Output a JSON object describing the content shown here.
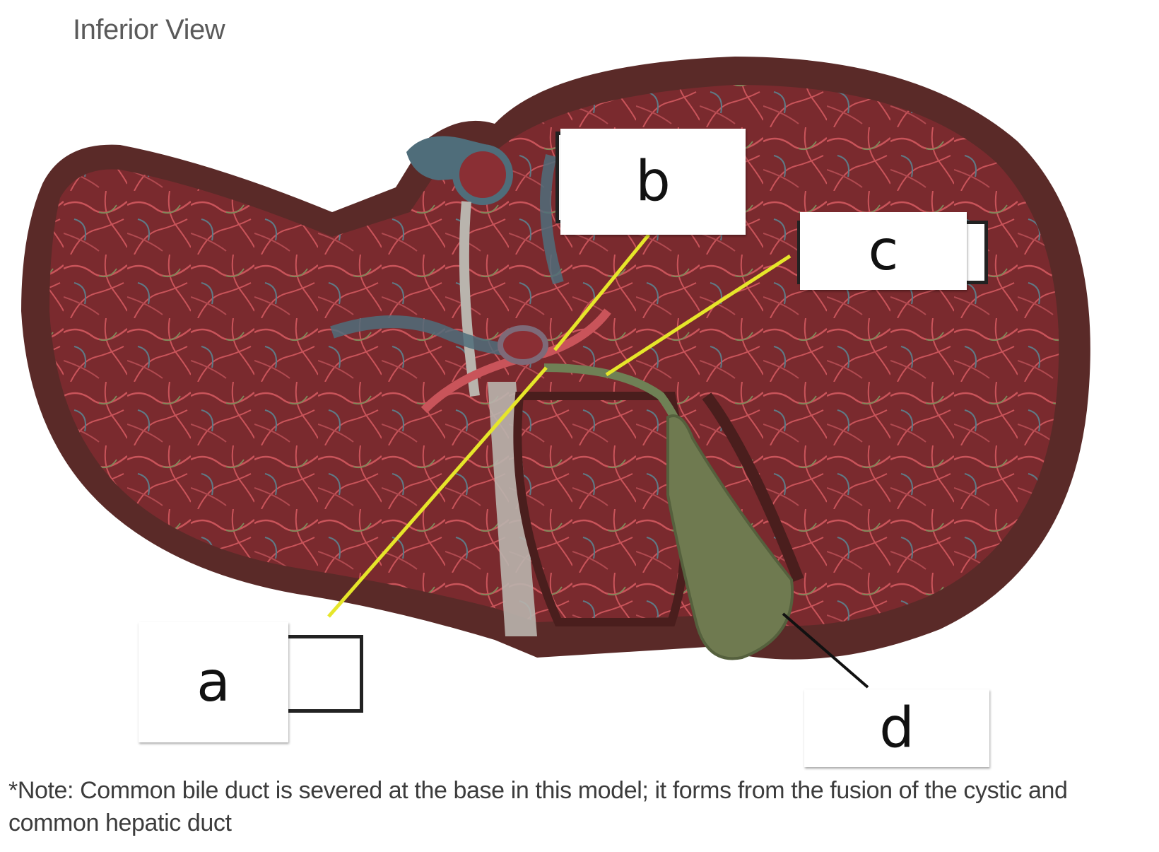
{
  "view_title": "Inferior View",
  "labels": [
    {
      "id": "a",
      "text": "a"
    },
    {
      "id": "b",
      "text": "b"
    },
    {
      "id": "c",
      "text": "c"
    },
    {
      "id": "d",
      "text": "d"
    }
  ],
  "note": "*Note: Common bile duct is severed at the base in this model; it forms from the fusion of the cystic and common hepatic duct",
  "colors": {
    "liver_rim": "#5a2a28",
    "liver_surface": "#7a2a2e",
    "artery": "#c9545a",
    "vein": "#4f6d7a",
    "bile_duct": "#6f8055",
    "gallbladder": "#6f7a50",
    "leader_yellow": "#e6e62a",
    "leader_black": "#111111"
  }
}
